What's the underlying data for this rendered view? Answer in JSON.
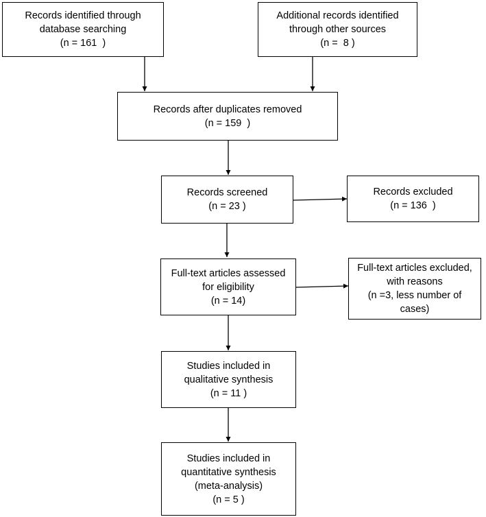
{
  "boxes": {
    "db_search": [
      "Records identified through",
      "database searching",
      "(n = 161  )"
    ],
    "other_sources": [
      "Additional records identified",
      "through other sources",
      "(n =  8 )"
    ],
    "after_duplicates": [
      "Records after duplicates removed",
      "(n = 159  )"
    ],
    "screened": [
      "Records screened",
      "(n = 23 )"
    ],
    "excluded": [
      "Records excluded",
      "(n = 136  )"
    ],
    "fulltext_assessed": [
      "Full-text articles assessed",
      "for eligibility",
      "(n = 14)"
    ],
    "fulltext_excluded": [
      "Full-text articles excluded,",
      "with reasons",
      "(n =3, less number of",
      "cases)"
    ],
    "qualitative": [
      "Studies included in",
      "qualitative synthesis",
      "(n = 11 )"
    ],
    "quantitative": [
      "Studies included in",
      "quantitative synthesis",
      "(meta-analysis)",
      "(n = 5 )"
    ]
  }
}
